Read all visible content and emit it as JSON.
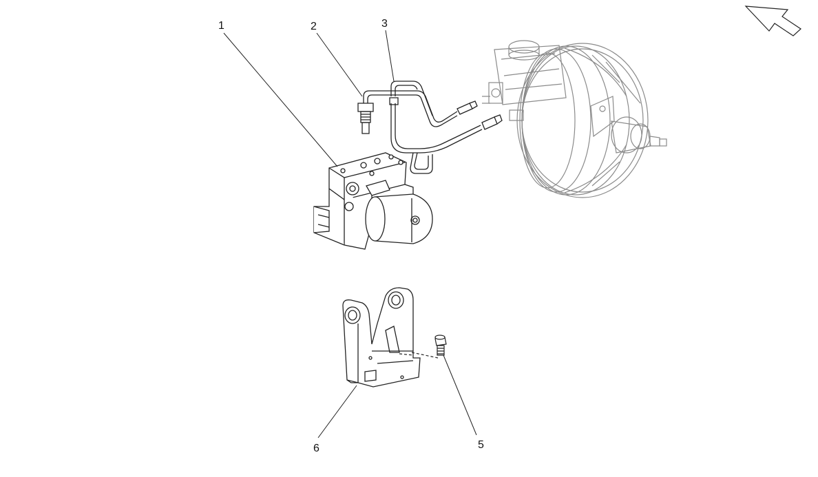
{
  "diagram": {
    "callouts": [
      {
        "label": "1",
        "part": "hydraulic-control-unit"
      },
      {
        "label": "2",
        "part": "brake-pipe"
      },
      {
        "label": "3",
        "part": "brake-pipe"
      },
      {
        "label": "5",
        "part": "screw"
      },
      {
        "label": "6",
        "part": "mounting-bracket"
      }
    ],
    "colors": {
      "line": "#222222",
      "booster_line": "#8a8a8a",
      "background": "#ffffff"
    },
    "orientation_icon": "arrow-outline-icon"
  }
}
